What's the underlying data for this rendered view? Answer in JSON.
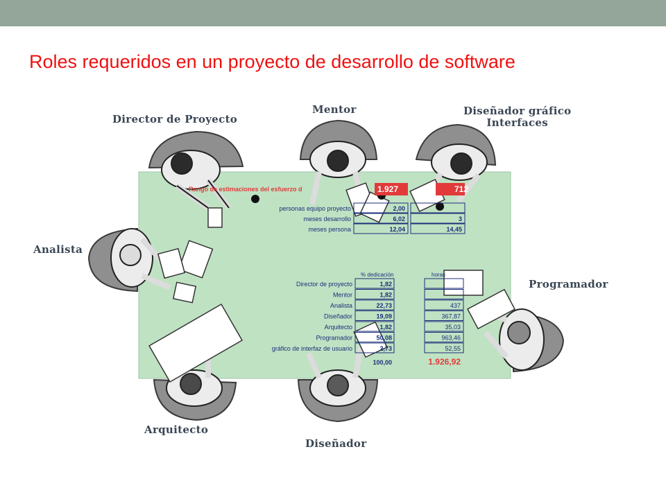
{
  "slide": {
    "title": "Roles requeridos en un proyecto de desarrollo de software"
  },
  "roles": {
    "director": "Director de Proyecto",
    "mentor": "Mentor",
    "disenador_grafico_1": "Diseñador gráfico",
    "disenador_grafico_2": "Interfaces",
    "analista": "Analista",
    "programador": "Programador",
    "arquitecto": "Arquitecto",
    "disenador": "Diseñador"
  },
  "table": {
    "range_label": "Rango de estimaciones del esfuerzo d",
    "range_low": "1.927",
    "range_high": "712",
    "summary_rows": [
      {
        "label": "personas equipo proyecto",
        "a": "2,00",
        "b": ""
      },
      {
        "label": "meses desarrollo",
        "a": "6,02",
        "b": "3"
      },
      {
        "label": "meses persona",
        "a": "12,04",
        "b": "14,45"
      }
    ],
    "col_dedicacion": "% dedicación",
    "col_horas": "horas",
    "role_rows": [
      {
        "label": "Director de proyecto",
        "pct": "1,82",
        "hours": ""
      },
      {
        "label": "Mentor",
        "pct": "1,82",
        "hours": ""
      },
      {
        "label": "Analista",
        "pct": "22,73",
        "hours": "437"
      },
      {
        "label": "Diseñador",
        "pct": "19,09",
        "hours": "367,87"
      },
      {
        "label": "Arquitecto",
        "pct": "1,82",
        "hours": "35,03"
      },
      {
        "label": "Programador",
        "pct": "50,08",
        "hours": "963,46"
      },
      {
        "label": "gráfico de interfaz de usuario",
        "pct": "2,73",
        "hours": "52,55"
      }
    ],
    "total_pct": "100,00",
    "total_hours": "1.926,92"
  },
  "colors": {
    "top_bar": "#94a59a",
    "title": "#ee1111",
    "table_bg": "#bfe2c3",
    "highlight": "#e23a3a",
    "value_blue": "#1c2f7a"
  }
}
